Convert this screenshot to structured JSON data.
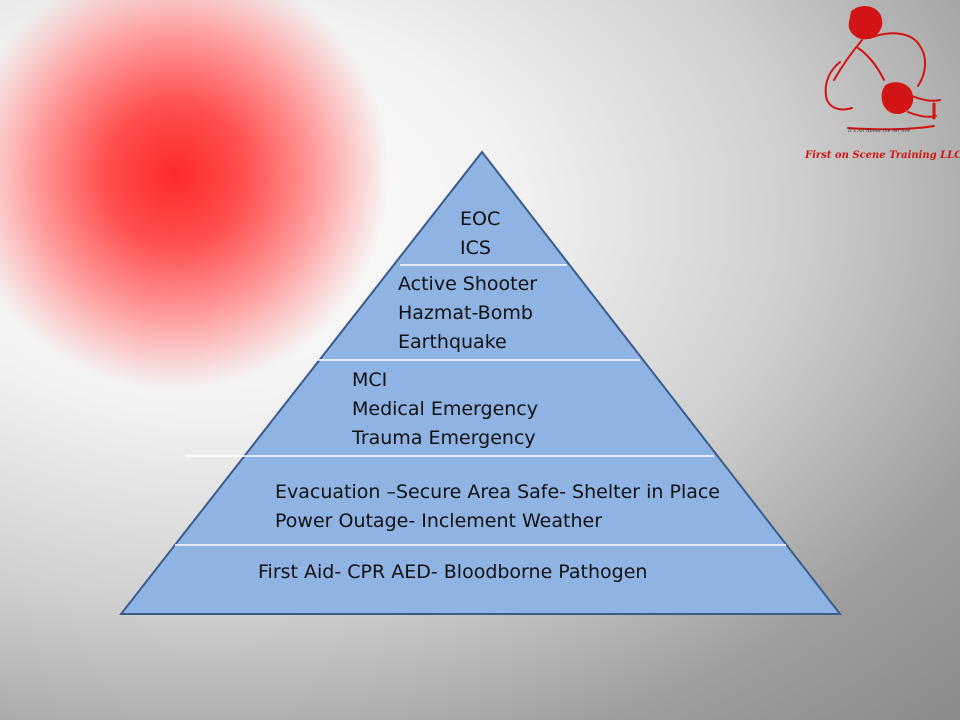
{
  "logo": {
    "tagline": "It's All About the Air SM",
    "company_name": "First on Scene Training LLC",
    "colors": {
      "brand_red": "#d21414"
    }
  },
  "pyramid": {
    "fill_color": "#8fb3e3",
    "stroke_color": "#3b5b8a",
    "tiers": [
      {
        "lines": [
          "EOC",
          "ICS"
        ]
      },
      {
        "lines": [
          "Active Shooter",
          "Hazmat-Bomb",
          "Earthquake"
        ]
      },
      {
        "lines": [
          "MCI",
          "Medical Emergency",
          "Trauma Emergency"
        ]
      },
      {
        "lines": [
          "Evacuation –Secure Area Safe- Shelter in Place",
          "Power Outage- Inclement Weather"
        ]
      },
      {
        "lines": [
          "First Aid- CPR AED- Bloodborne Pathogen"
        ]
      }
    ]
  }
}
